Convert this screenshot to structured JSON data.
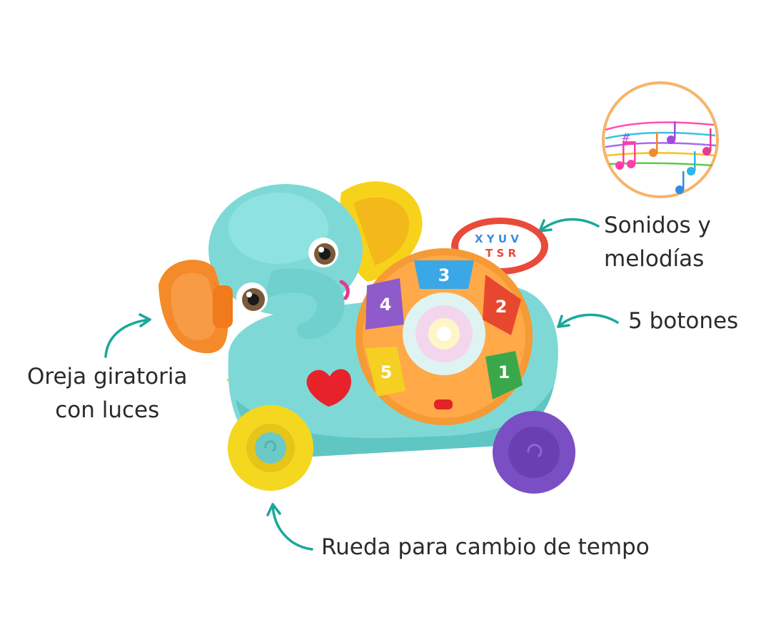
{
  "annotations": {
    "sounds": {
      "line1": "Sonidos y",
      "line2": "melodías"
    },
    "buttons": {
      "text": "5 botones"
    },
    "ear": {
      "line1": "Oreja giratoria",
      "line2": "con luces"
    },
    "wheel": {
      "text": "Rueda para cambio de tempo"
    }
  },
  "buttons": [
    "3",
    "2",
    "1",
    "5",
    "4"
  ],
  "colors": {
    "arrow": "#1aa89a",
    "body": "#7ed9d6",
    "ear_orange": "#f58a2a",
    "ear_yellow": "#f7d21a",
    "wheel_yellow": "#f4d81f",
    "wheel_purple": "#7a4fc4",
    "panel_orange": "#f59a34",
    "button_blue": "#3aa7e6",
    "button_red": "#e8472f",
    "button_green": "#3aa84a",
    "button_yellow": "#f5cf22",
    "button_purple": "#8f5ac9",
    "circle_border": "#f6b46a"
  }
}
